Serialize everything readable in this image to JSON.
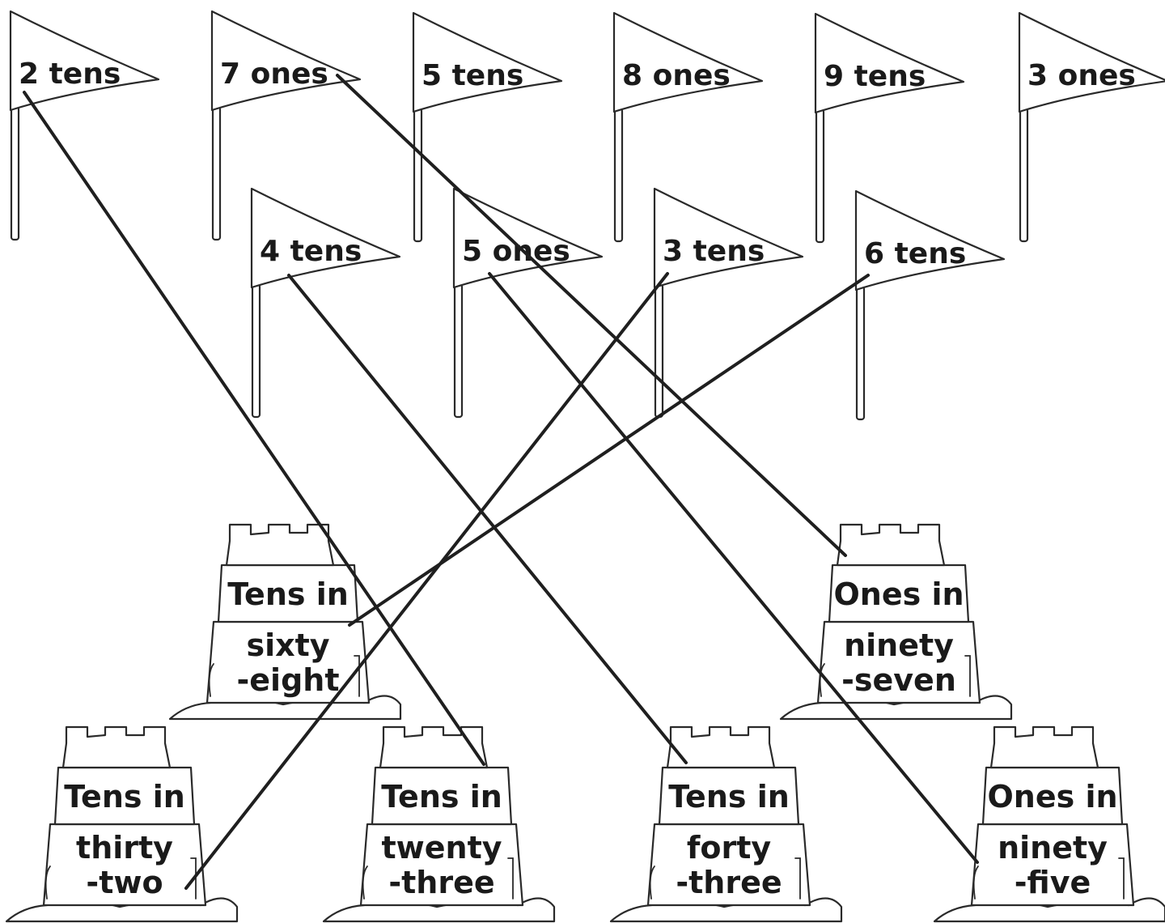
{
  "flags": [
    {
      "id": "flag-2-tens",
      "label": "2 tens"
    },
    {
      "id": "flag-7-ones",
      "label": "7 ones"
    },
    {
      "id": "flag-5-tens",
      "label": "5 tens"
    },
    {
      "id": "flag-8-ones",
      "label": "8 ones"
    },
    {
      "id": "flag-9-tens",
      "label": "9 tens"
    },
    {
      "id": "flag-3-ones",
      "label": "3 ones"
    },
    {
      "id": "flag-4-tens",
      "label": "4 tens"
    },
    {
      "id": "flag-5-ones",
      "label": "5 ones"
    },
    {
      "id": "flag-3-tens",
      "label": "3 tens"
    },
    {
      "id": "flag-6-tens",
      "label": "6 tens"
    }
  ],
  "castles": [
    {
      "id": "castle-sixty-eight",
      "line1": "Tens in",
      "line2": "sixty",
      "line3": "-eight"
    },
    {
      "id": "castle-ninety-seven",
      "line1": "Ones in",
      "line2": "ninety",
      "line3": "-seven"
    },
    {
      "id": "castle-thirty-two",
      "line1": "Tens in",
      "line2": "thirty",
      "line3": "-two"
    },
    {
      "id": "castle-twenty-three",
      "line1": "Tens in",
      "line2": "twenty",
      "line3": "-three"
    },
    {
      "id": "castle-forty-three",
      "line1": "Tens in",
      "line2": "forty",
      "line3": "-three"
    },
    {
      "id": "castle-ninety-five",
      "line1": "Ones in",
      "line2": "ninety",
      "line3": "-five"
    }
  ],
  "connections": [
    {
      "from": "flag-2-tens",
      "to": "castle-twenty-three"
    },
    {
      "from": "flag-7-ones",
      "to": "castle-ninety-seven"
    },
    {
      "from": "flag-4-tens",
      "to": "castle-forty-three"
    },
    {
      "from": "flag-5-ones",
      "to": "castle-ninety-five"
    },
    {
      "from": "flag-3-tens",
      "to": "castle-thirty-two"
    },
    {
      "from": "flag-6-tens",
      "to": "castle-sixty-eight"
    }
  ]
}
